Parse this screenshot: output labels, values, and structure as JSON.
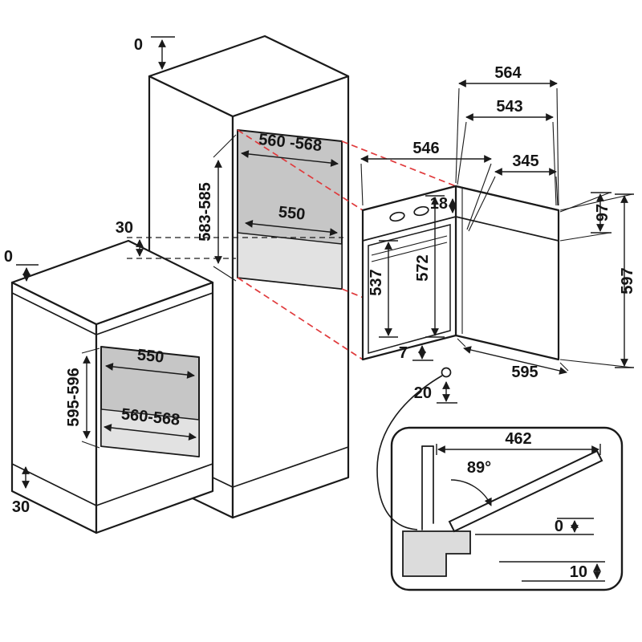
{
  "colors": {
    "line": "#1a1a1a",
    "accent_red": "#e03a3c",
    "shade_dark": "#c6c6c6",
    "shade_light": "#e2e2e2",
    "background": "#ffffff"
  },
  "tall_cabinet": {
    "top_gap": "0",
    "side_gap": "30",
    "niche_width": "560 -568",
    "niche_height": "583-585",
    "niche_depth": "550"
  },
  "base_cabinet": {
    "top_gap": "0",
    "plinth_height": "30",
    "niche_depth": "550",
    "niche_height": "595-596",
    "niche_width": "560-568"
  },
  "oven": {
    "rear_width": "564",
    "body_width": "543",
    "depth": "546",
    "rear_panel_width": "345",
    "top_clearance": "18",
    "control_panel_height": "97",
    "overall_height": "597",
    "front_height_min": "537",
    "front_height_max": "572",
    "bottom_gap": "7",
    "front_width": "595",
    "cable_clearance": "20"
  },
  "door_detail": {
    "door_width": "462",
    "opening_angle": "89°",
    "zero_clearance": "0",
    "bottom_clearance": "10"
  }
}
